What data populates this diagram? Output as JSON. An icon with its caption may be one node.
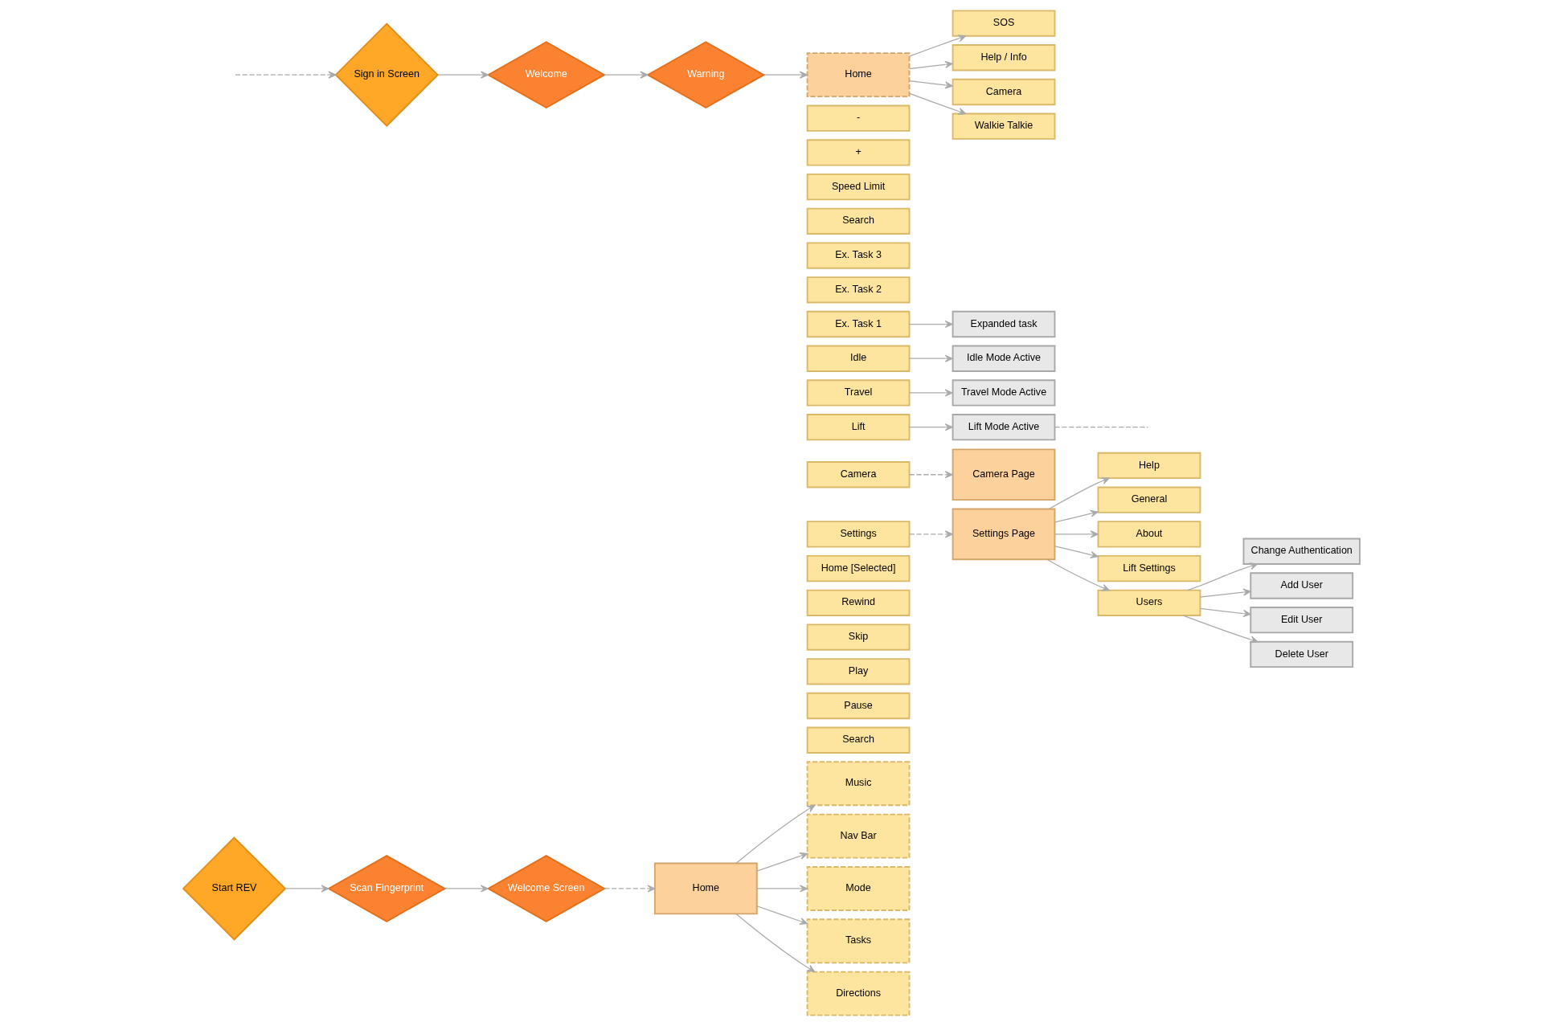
{
  "diagram": {
    "nodes": [
      {
        "text": [
          "Start REV"
        ]
      },
      {
        "text": [
          "Scan Fingerprint"
        ]
      },
      {
        "text": [
          "Welcome Screen"
        ]
      },
      {
        "text": [
          "Home"
        ]
      },
      {
        "text": [
          "Music"
        ]
      },
      {
        "text": [
          "Search"
        ]
      },
      {
        "text": [
          "Pause"
        ]
      },
      {
        "text": [
          "Play"
        ]
      },
      {
        "text": [
          "Skip"
        ]
      },
      {
        "text": [
          "Rewind"
        ]
      },
      {
        "text": [
          "Nav Bar"
        ]
      },
      {
        "text": [
          "Home [Selected]"
        ]
      },
      {
        "text": [
          "Settings"
        ]
      },
      {
        "text": [
          "Camera"
        ]
      },
      {
        "text": [
          "Mode"
        ]
      },
      {
        "text": [
          "Lift"
        ]
      },
      {
        "text": [
          "Travel"
        ]
      },
      {
        "text": [
          "Idle"
        ]
      },
      {
        "text": [
          "Tasks"
        ]
      },
      {
        "text": [
          "Ex. Task 1"
        ]
      },
      {
        "text": [
          "Ex. Task 2"
        ]
      },
      {
        "text": [
          "Ex. Task 3"
        ]
      },
      {
        "text": [
          "Directions"
        ]
      },
      {
        "text": [
          "Search"
        ]
      },
      {
        "text": [
          "Speed Limit"
        ]
      },
      {
        "text": [
          "+"
        ]
      },
      {
        "text": [
          "-"
        ]
      },
      {
        "text": [
          "Settings Page"
        ]
      },
      {
        "text": [
          "Camera Page"
        ]
      },
      {
        "text": [
          "Help"
        ]
      },
      {
        "text": [
          "General"
        ]
      },
      {
        "text": [
          "About"
        ]
      },
      {
        "text": [
          "Lift Settings"
        ]
      },
      {
        "text": [
          "Users"
        ]
      },
      {
        "text": [
          "Change Authentication"
        ]
      },
      {
        "text": [
          "Add User"
        ]
      },
      {
        "text": [
          "Edit User"
        ]
      },
      {
        "text": [
          "Delete User"
        ]
      },
      {
        "text": [
          "Lift Mode Active"
        ]
      },
      {
        "text": [
          "Travel Mode Active"
        ]
      },
      {
        "text": [
          "Idle Mode Active"
        ]
      },
      {
        "text": [
          "Expanded task"
        ]
      },
      {
        "text": [
          "Sign in Screen"
        ]
      },
      {
        "text": [
          "Welcome"
        ]
      },
      {
        "text": [
          "Warning"
        ]
      },
      {
        "text": [
          "Home"
        ]
      },
      {
        "text": [
          "SOS"
        ]
      },
      {
        "text": [
          "Help / Info"
        ]
      },
      {
        "text": [
          "Camera"
        ]
      },
      {
        "text": [
          "Walkie Talkie"
        ]
      }
    ],
    "edges": [
      {
        "from": 0,
        "to": 1,
        "arrow": "to"
      },
      {
        "from": 1,
        "to": 2,
        "arrow": "to"
      },
      {
        "from": 2,
        "to": 3,
        "arrow": "to",
        "style": "dashed"
      },
      {
        "from": 3,
        "to": 4,
        "arrow": "to"
      },
      {
        "from": 3,
        "to": 10,
        "arrow": "to"
      },
      {
        "from": 3,
        "to": 14,
        "arrow": "to"
      },
      {
        "from": 3,
        "to": 18,
        "arrow": "to"
      },
      {
        "from": 3,
        "to": 22,
        "arrow": "to"
      },
      {
        "from": 12,
        "to": 27,
        "arrow": "to",
        "style": "dashed"
      },
      {
        "from": 13,
        "to": 28,
        "arrow": "to",
        "style": "dashed"
      },
      {
        "from": 27,
        "to": 29,
        "arrow": "to"
      },
      {
        "from": 27,
        "to": 30,
        "arrow": "to"
      },
      {
        "from": 27,
        "to": 31,
        "arrow": "to"
      },
      {
        "from": 27,
        "to": 32,
        "arrow": "to"
      },
      {
        "from": 27,
        "to": 33,
        "arrow": "to"
      },
      {
        "from": 33,
        "to": 34,
        "arrow": "to"
      },
      {
        "from": 33,
        "to": 35,
        "arrow": "to"
      },
      {
        "from": 33,
        "to": 36,
        "arrow": "to"
      },
      {
        "from": 33,
        "to": 37,
        "arrow": "to"
      },
      {
        "from": 15,
        "to": 38,
        "arrow": "to"
      },
      {
        "from": 16,
        "to": 39,
        "arrow": "to"
      },
      {
        "from": 17,
        "to": 40,
        "arrow": "to"
      },
      {
        "from": 19,
        "to": 41,
        "arrow": "to"
      },
      {
        "from": 38,
        "to": null,
        "arrow": "none",
        "style": "dashed"
      },
      {
        "from": null,
        "to": 42,
        "arrow": "to",
        "style": "dashed"
      },
      {
        "from": 42,
        "to": 43,
        "arrow": "to"
      },
      {
        "from": 43,
        "to": 44,
        "arrow": "to"
      },
      {
        "from": 44,
        "to": 45,
        "arrow": "to"
      },
      {
        "from": 45,
        "to": 46,
        "arrow": "to"
      },
      {
        "from": 45,
        "to": 47,
        "arrow": "to"
      },
      {
        "from": 45,
        "to": 48,
        "arrow": "to"
      },
      {
        "from": 45,
        "to": 49,
        "arrow": "to"
      }
    ]
  }
}
